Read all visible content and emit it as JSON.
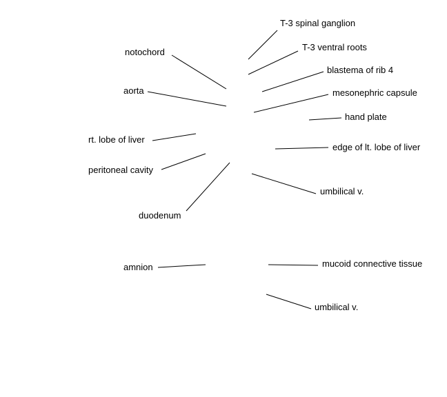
{
  "labels": {
    "t3_spinal_ganglion": "T-3 spinal ganglion",
    "t3_ventral_roots": "T-3 ventral roots",
    "blastema_rib_4": "blastema of rib 4",
    "mesonephric_capsule": "mesonephric capsule",
    "hand_plate": "hand plate",
    "edge_lt_lobe_liver": "edge of lt. lobe of liver",
    "umbilical_v_upper": "umbilical v.",
    "mucoid_connective_tissue": "mucoid connective tissue",
    "umbilical_v_lower": "umbilical v.",
    "notochord": "notochord",
    "aorta": "aorta",
    "rt_lobe_liver": "rt. lobe of liver",
    "peritoneal_cavity": "peritoneal cavity",
    "duodenum": "duodenum",
    "amnion": "amnion"
  }
}
